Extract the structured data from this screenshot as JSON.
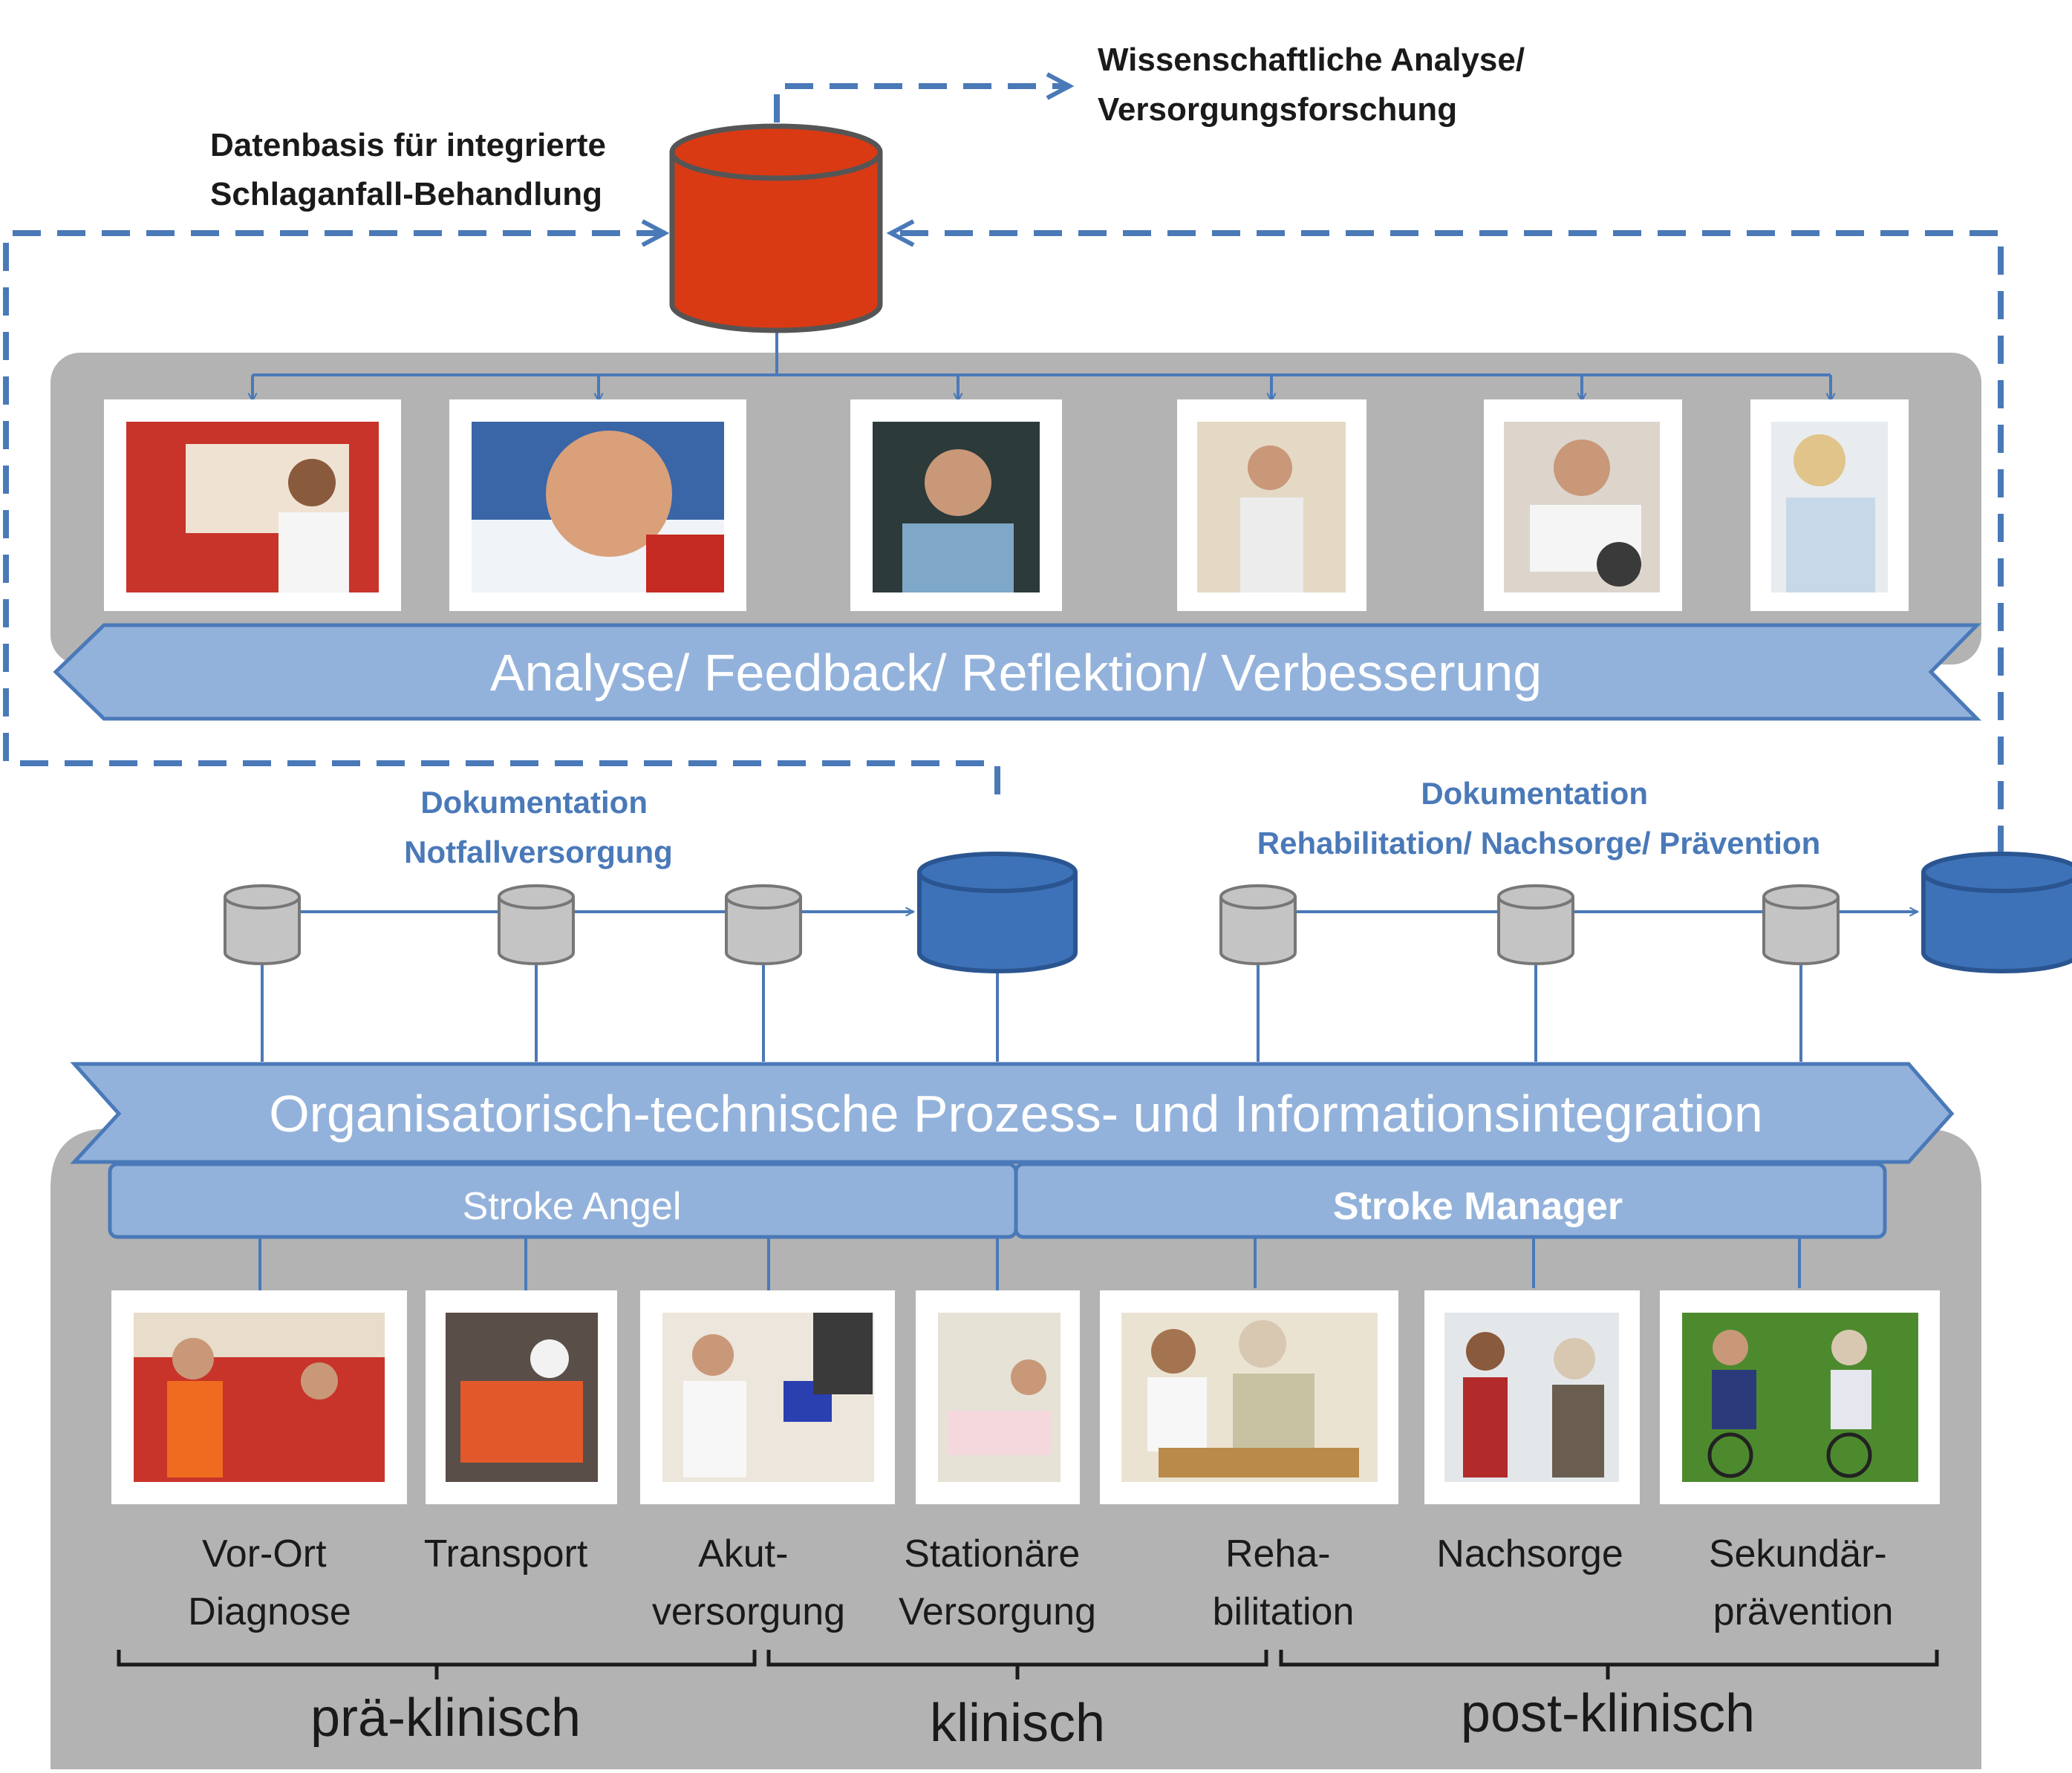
{
  "colors": {
    "panel_gray": "#b3b3b3",
    "banner_blue": "#93b2db",
    "banner_stroke": "#4a79b8",
    "db_red": "#d93a14",
    "db_blue": "#3d72b8",
    "db_gray": "#c4c4c4",
    "dashed_line": "#4a79b8",
    "label_blue": "#4a79b8",
    "text_dark": "#1a1a1a",
    "text_white": "#ffffff"
  },
  "top": {
    "database_label_line1": "Datenbasis für integrierte",
    "database_label_line2": "Schlaganfall-Behandlung",
    "research_label_line1": "Wissenschaftliche Analyse/",
    "research_label_line2": "Versorgungsforschung"
  },
  "feedback_banner": {
    "label": "Analyse/ Feedback/ Reflektion/ Verbesserung"
  },
  "top_photos": [
    {
      "icon": "ambulance-paramedic-photo"
    },
    {
      "icon": "smiling-patient-photo"
    },
    {
      "icon": "doctor-stethoscope-photo"
    },
    {
      "icon": "hospital-corridor-patient-photo"
    },
    {
      "icon": "physiotherapy-photo"
    },
    {
      "icon": "nurse-records-photo"
    }
  ],
  "documentation": {
    "emergency_line1": "Dokumentation",
    "emergency_line2": "Notfallversorgung",
    "rehab_line1": "Dokumentation",
    "rehab_line2": "Rehabilitation/ Nachsorge/ Prävention"
  },
  "integration_banner": {
    "label": "Organisatorisch-technische Prozess- und Informationsintegration"
  },
  "systems": {
    "stroke_angel": "Stroke Angel",
    "stroke_manager": "Stroke Manager"
  },
  "stages": [
    {
      "line1": "Vor-Ort",
      "line2": "Diagnose",
      "icon": "on-site-diagnosis-photo"
    },
    {
      "line1": "Transport",
      "line2": "",
      "icon": "ambulance-transport-photo"
    },
    {
      "line1": "Akut-",
      "line2": "versorgung",
      "icon": "acute-care-photo"
    },
    {
      "line1": "Stationäre",
      "line2": "Versorgung",
      "icon": "inpatient-care-photo"
    },
    {
      "line1": "Reha-",
      "line2": "bilitation",
      "icon": "rehabilitation-photo"
    },
    {
      "line1": "Nachsorge",
      "line2": "",
      "icon": "aftercare-photo"
    },
    {
      "line1": "Sekundär-",
      "line2": "prävention",
      "icon": "secondary-prevention-photo"
    }
  ],
  "phases": {
    "pre": "prä-klinisch",
    "clinical": "klinisch",
    "post": "post-klinisch"
  }
}
